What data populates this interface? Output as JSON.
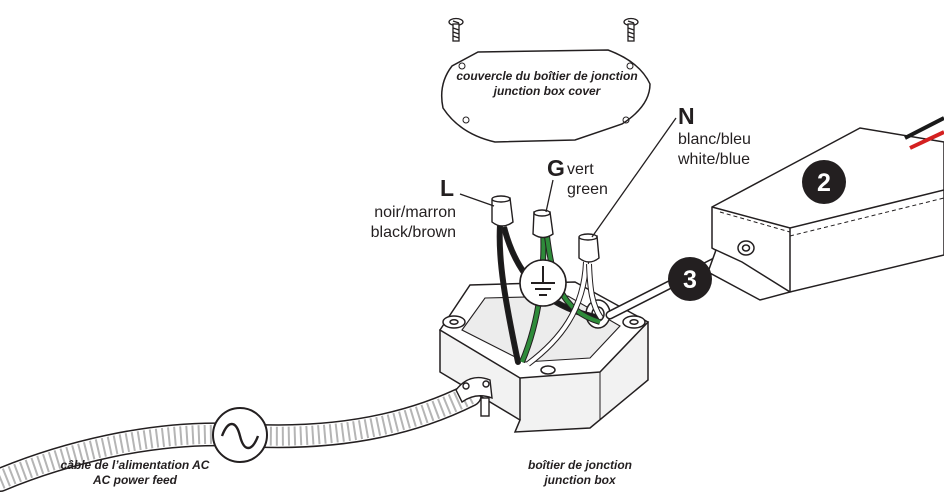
{
  "cover": {
    "label_fr": "couvercle du boîtier de jonction",
    "label_en": "junction box cover"
  },
  "live": {
    "letter": "L",
    "color_fr": "noir/marron",
    "color_en": "black/brown"
  },
  "ground": {
    "letter": "G",
    "color_fr": "vert",
    "color_en": "green"
  },
  "neutral": {
    "letter": "N",
    "color_fr": "blanc/bleu",
    "color_en": "white/blue"
  },
  "badges": {
    "driver": "2",
    "cable": "3"
  },
  "power_feed": {
    "label_fr": "câble de l’alimentation AC",
    "label_en": "AC power feed",
    "symbol": "ac-sine-icon"
  },
  "junction_box": {
    "label_fr": "boîtier de jonction",
    "label_en": "junction box"
  },
  "colors": {
    "outline": "#231f20",
    "wire_black": "#1a1a1a",
    "wire_green": "#2e8b3a",
    "wire_white": "#ffffff",
    "wire_red": "#d42020",
    "badge_fill": "#231f20"
  }
}
